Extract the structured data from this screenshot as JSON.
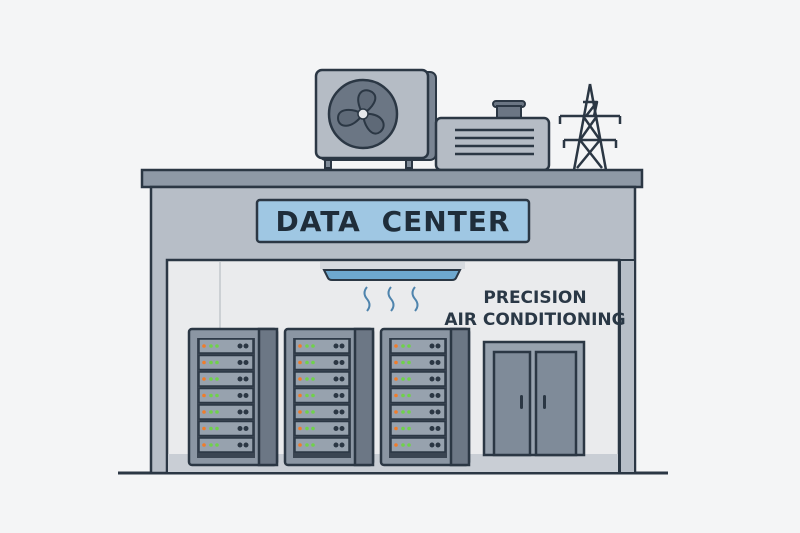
{
  "sign": {
    "label": "DATA CENTER"
  },
  "annotation": {
    "line1": "PRECISION",
    "line2": "AIR CONDITIONING"
  },
  "colors": {
    "background": "#f4f5f6",
    "outline": "#2b3744",
    "wall": "#b7bec7",
    "roof": "#8e99a6",
    "interior": "#eaebed",
    "sign_fill": "#9fc7e3",
    "rack": "#8b96a3",
    "rack_side": "#6c7785",
    "door": "#7f8b99",
    "led_orange": "#f07c2a",
    "led_green": "#6fd24a",
    "ac_vent": "#6ea8cf"
  },
  "racks": [
    {
      "units": 7
    },
    {
      "units": 7
    },
    {
      "units": 7
    }
  ],
  "rooftop": [
    "condenser-fan-unit",
    "generator-unit",
    "power-pylon"
  ]
}
